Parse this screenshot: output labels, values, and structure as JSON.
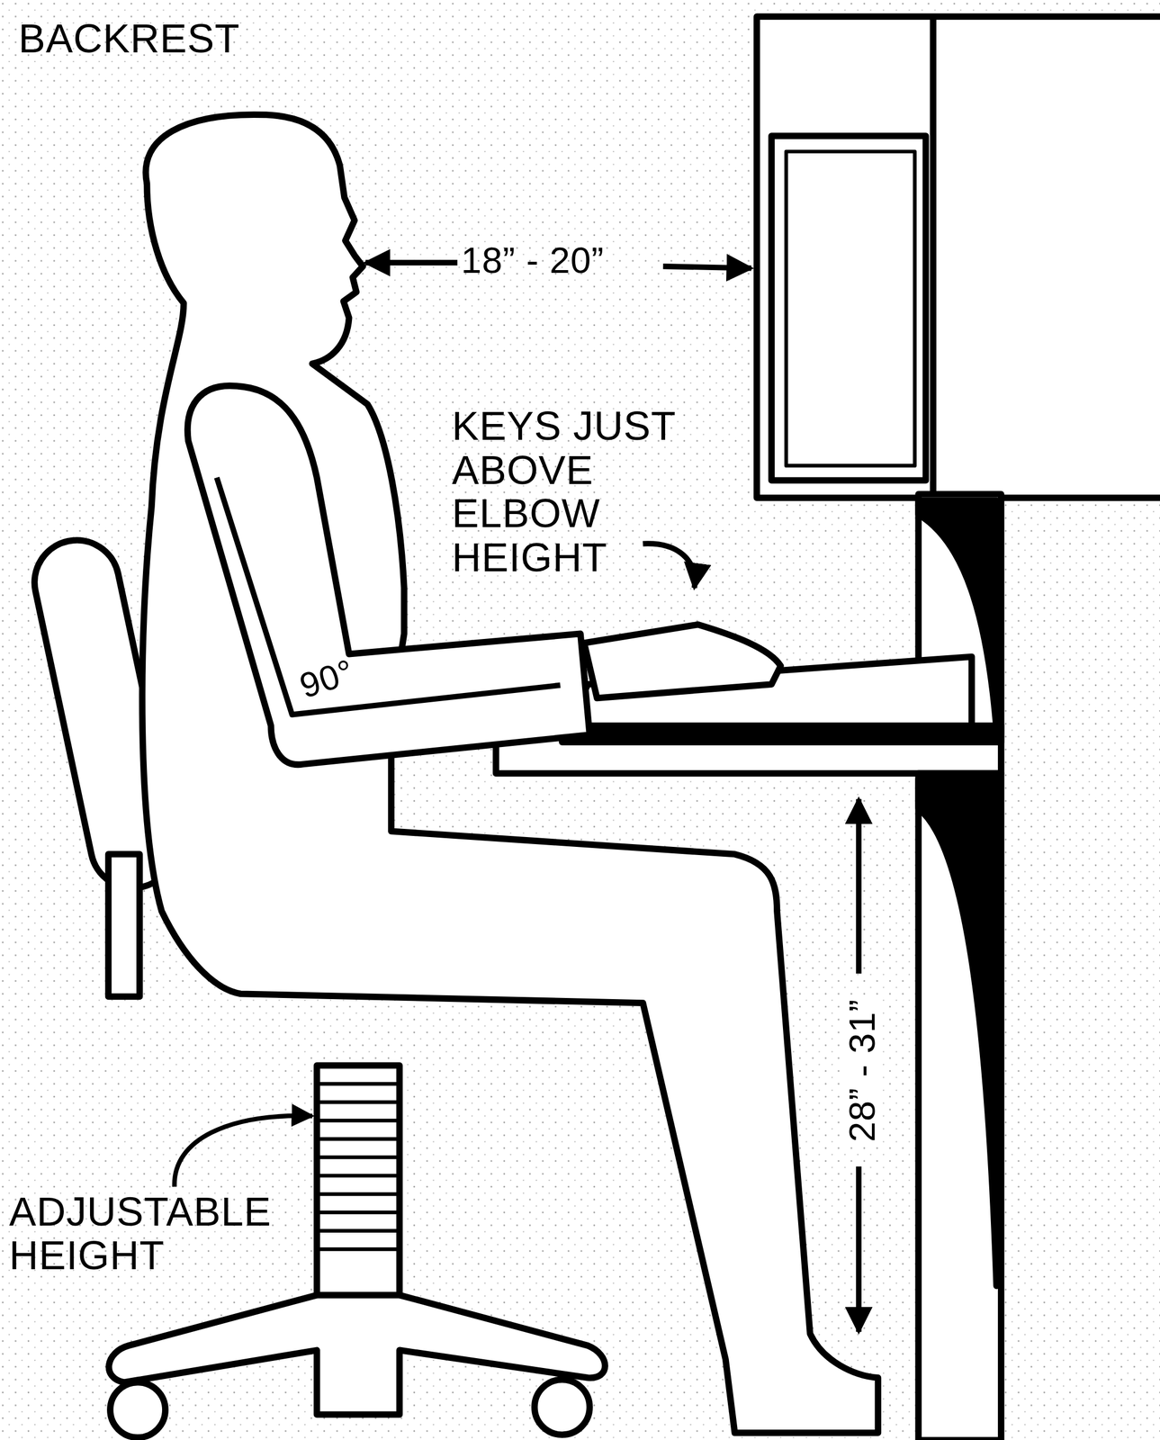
{
  "diagram": {
    "labels": [
      "BACKREST",
      "18” - 20”",
      "KEYS JUST ABOVE ELBOW HEIGHT",
      "90°",
      "ADJUSTABLE HEIGHT",
      "28” - 31”"
    ]
  }
}
